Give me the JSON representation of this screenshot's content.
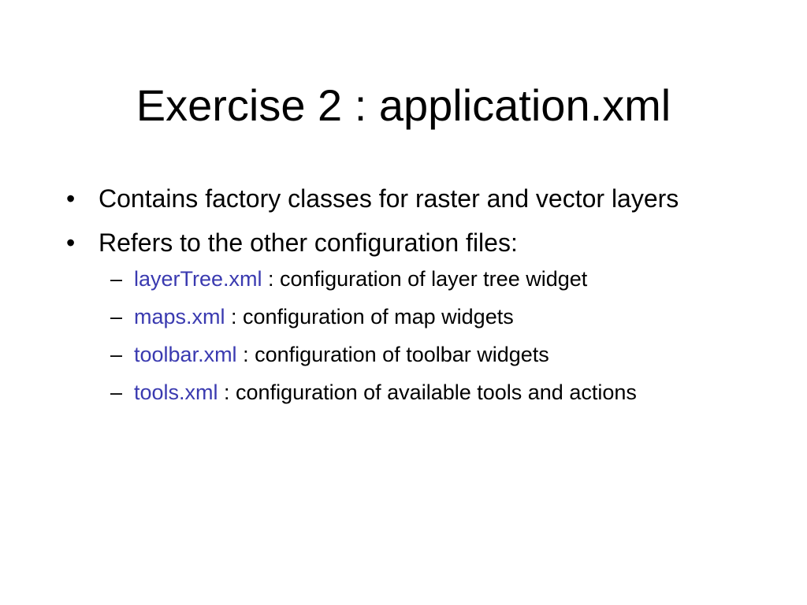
{
  "slide": {
    "title": "Exercise 2 : application.xml",
    "bullets": [
      {
        "marker": "•",
        "text": "Contains factory classes for raster and vector layers"
      },
      {
        "marker": "•",
        "text": "Refers to the other configuration files:"
      }
    ],
    "sub_items": [
      {
        "marker": "–",
        "file": "layerTree.xml",
        "desc": " : configuration of layer tree widget"
      },
      {
        "marker": "–",
        "file": "maps.xml",
        "desc": " : configuration of map widgets"
      },
      {
        "marker": "–",
        "file": "toolbar.xml",
        "desc": " : configuration of toolbar widgets"
      },
      {
        "marker": "–",
        "file": "tools.xml",
        "desc": " : configuration of available tools and actions"
      }
    ],
    "colors": {
      "filename": "#3a3ab0",
      "text": "#000000",
      "background": "#ffffff"
    }
  }
}
